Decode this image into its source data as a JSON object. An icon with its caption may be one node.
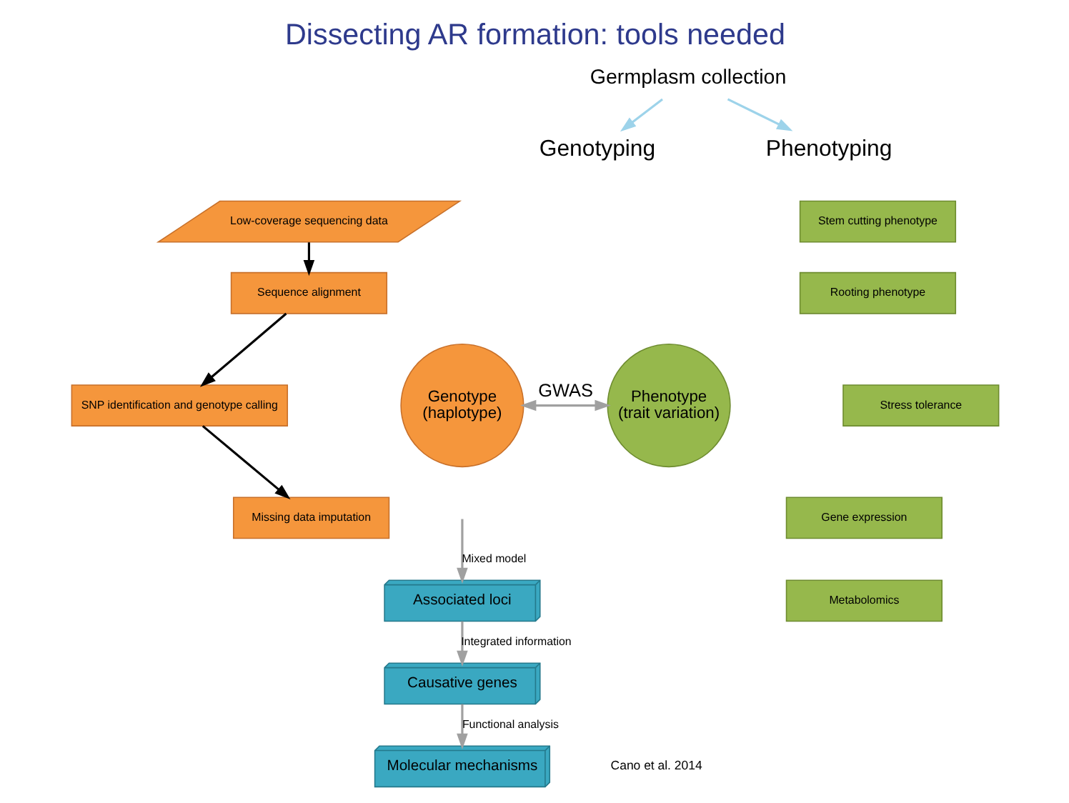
{
  "diagram": {
    "title": "Dissecting AR formation: tools needed",
    "nodes": [
      {
        "text": [
          "Germplasm collection"
        ]
      },
      {
        "text": [
          "Genotyping"
        ]
      },
      {
        "text": [
          "Low-coverage sequencing data"
        ]
      },
      {
        "text": [
          "Sequence alignment"
        ]
      },
      {
        "text": [
          "SNP identification and genotype calling"
        ]
      },
      {
        "text": [
          "Missing data imputation"
        ]
      },
      {
        "text": [
          "Genotype",
          "(haplotype)"
        ]
      },
      {
        "text": [
          "Phenotyping"
        ]
      },
      {
        "text": [
          "Stem cutting phenotype"
        ]
      },
      {
        "text": [
          "Rooting phenotype"
        ]
      },
      {
        "text": [
          "Stress tolerance"
        ]
      },
      {
        "text": [
          "Gene expression"
        ]
      },
      {
        "text": [
          "Metabolomics"
        ]
      },
      {
        "text": [
          "Phenotype",
          "(trait variation)"
        ]
      },
      {
        "text": [
          "Associated loci"
        ]
      },
      {
        "text": [
          "Causative genes"
        ]
      },
      {
        "text": [
          "Molecular mechanisms"
        ]
      }
    ],
    "edges": [
      {
        "from": 0,
        "to": 1,
        "arrow": "to",
        "color": "#9dd3ea"
      },
      {
        "from": 0,
        "to": 7,
        "arrow": "to",
        "color": "#9dd3ea"
      },
      {
        "from": 2,
        "to": 3,
        "arrow": "to",
        "color": "#000000"
      },
      {
        "from": 3,
        "to": 4,
        "arrow": "to",
        "color": "#000000"
      },
      {
        "from": 4,
        "to": 5,
        "arrow": "to",
        "color": "#000000"
      },
      {
        "from": 6,
        "to": 13,
        "arrow": "both",
        "label": "GWAS"
      },
      {
        "from": null,
        "to": 14,
        "arrow": "to",
        "label": "Mixed model"
      },
      {
        "from": 14,
        "to": 15,
        "arrow": "to",
        "label": "Integrated information"
      },
      {
        "from": 15,
        "to": 16,
        "arrow": "to",
        "label": "Functional analysis"
      }
    ],
    "labels": [
      "Cano et al. 2014"
    ]
  }
}
